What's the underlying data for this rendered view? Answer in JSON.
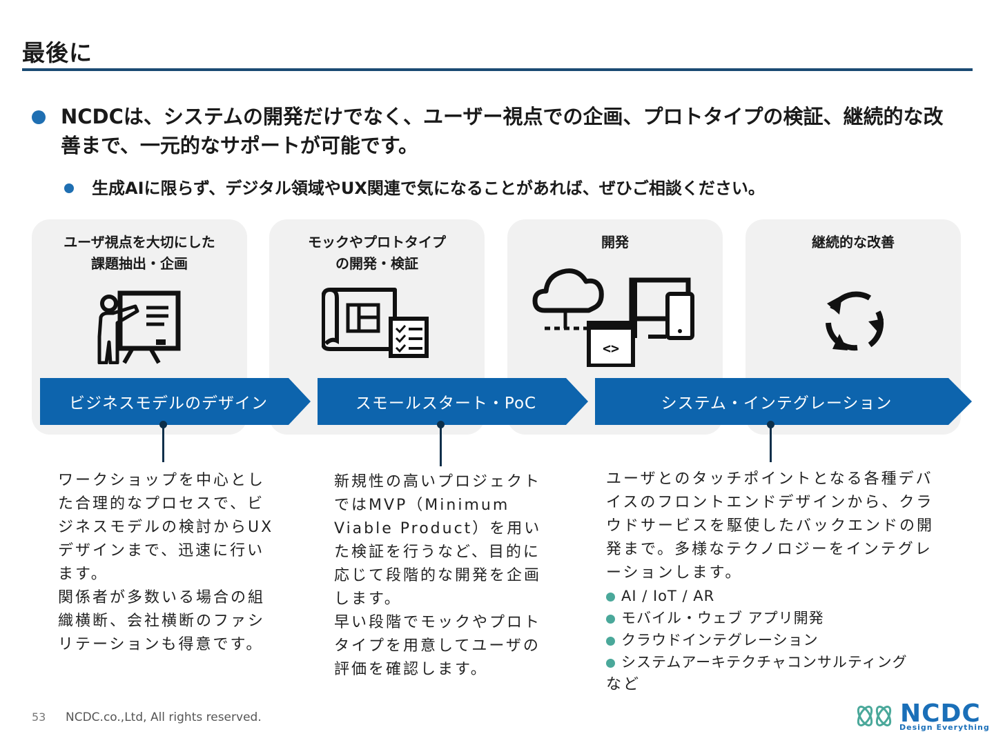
{
  "page": {
    "title": "最後に",
    "bullet1": "NCDCは、システムの開発だけでなく、ユーザー視点での企画、プロトタイプの検証、継続的な改善まで、一元的なサポートが可能です。",
    "bullet2": "生成AIに限らず、デジタル領域やUX関連で気になることがあれば、ぜひご相談ください。"
  },
  "cards": [
    {
      "title": "ユーザ視点を大切にした\n課題抽出・企画",
      "icon": "presentation-icon"
    },
    {
      "title": "モックやプロトタイプ\nの開発・検証",
      "icon": "blueprint-icon"
    },
    {
      "title": "開発",
      "icon": "devices-icon"
    },
    {
      "title": "継続的な改善",
      "icon": "cycle-icon"
    }
  ],
  "phases": [
    {
      "label": "ビジネスモデルのデザイン"
    },
    {
      "label": "スモールスタート・PoC"
    },
    {
      "label": "システム・インテグレーション"
    }
  ],
  "descriptions": {
    "business": {
      "p1": "ワークショップを中心とした合理的なプロセスで、ビジネスモデルの検討からUXデザインまで、迅速に行います。",
      "p2": "関係者が多数いる場合の組織横断、会社横断のファシリテーションも得意です。"
    },
    "poc": {
      "p1": "新規性の高いプロジェクトではMVP（Minimum Viable Product）を用いた検証を行うなど、目的に応じて段階的な開発を企画します。",
      "p2": "早い段階でモックやプロトタイプを用意してユーザの評価を確認します。"
    },
    "si": {
      "p1": "ユーザとのタッチポイントとなる各種デバイスのフロントエンドデザインから、クラウドサービスを駆使したバックエンドの開発まで。多様なテクノロジーをインテグレーションします。",
      "items": [
        "AI / IoT / AR",
        "モバイル・ウェブ アプリ開発",
        "クラウドインテグレーション",
        "システムアーキテクチャコンサルティング"
      ],
      "etc": "など"
    }
  },
  "footer": {
    "page_number": "53",
    "copyright": "NCDC.co.,Ltd, All rights reserved.",
    "logo_text": "NCDC",
    "logo_tagline": "Design Everything"
  },
  "colors": {
    "accent": "#0d64ad",
    "title_rule": "#1a4a73",
    "card_bg": "#f1f1f1",
    "list_bullet": "#4aa89a"
  }
}
